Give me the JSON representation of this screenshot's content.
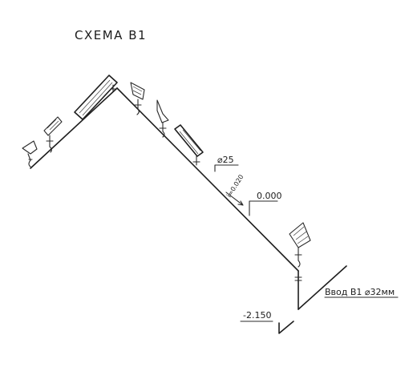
{
  "title": "СХЕМА В1",
  "labels": {
    "pipe_diameter": "⌀25",
    "slope": "i=0.020",
    "zero_mark": "0.000",
    "inlet": "Ввод В1 ⌀32мм",
    "depth_mark": "-2.150"
  }
}
